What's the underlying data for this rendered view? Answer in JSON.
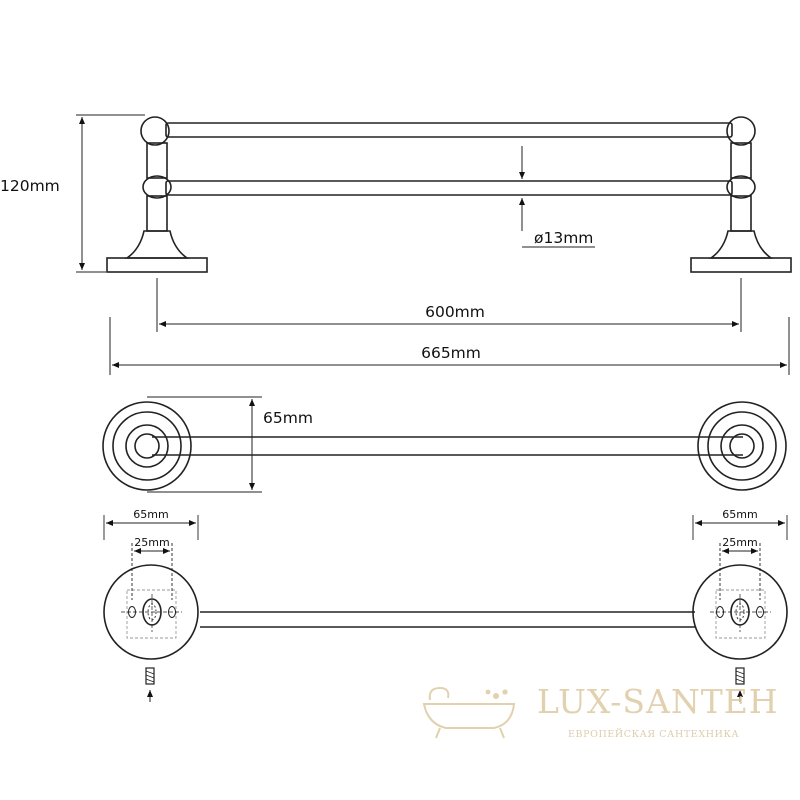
{
  "side_view": {
    "height_label": "120mm",
    "tube_diameter_label": "ø13mm",
    "inner_width_label": "600mm",
    "overall_width_label": "665mm"
  },
  "top_view": {
    "depth_label": "65mm"
  },
  "wall_view": {
    "left_base_label": "65mm",
    "left_holes_label": "25mm",
    "right_base_label": "65mm",
    "right_holes_label": "25mm"
  },
  "watermark": {
    "brand": "LUX-SANTEH",
    "tagline": "ЕВРОПЕЙСКАЯ САНТЕХНИКА"
  }
}
